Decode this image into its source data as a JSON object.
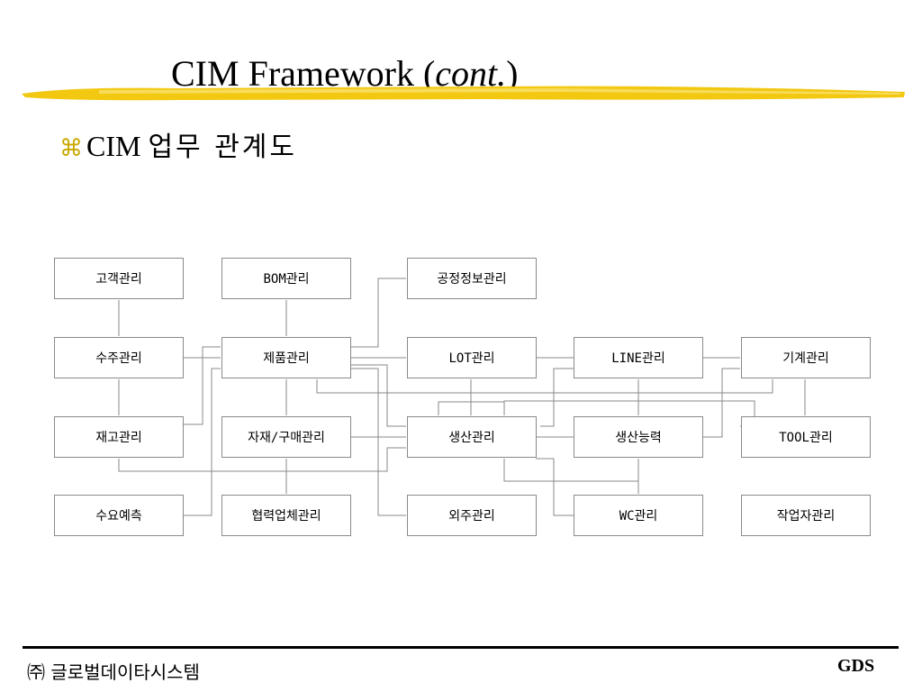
{
  "slide": {
    "title_main": "CIM Framework (",
    "title_italic": "cont.",
    "title_close": ")",
    "subtitle_bullet": "⌘",
    "subtitle_prefix": "CIM",
    "subtitle_text": "업무 관계도"
  },
  "diagram": {
    "nodes": [
      {
        "id": "customer",
        "label": "고객관리"
      },
      {
        "id": "bom",
        "label": "BOM관리"
      },
      {
        "id": "process",
        "label": "공정정보관리"
      },
      {
        "id": "order",
        "label": "수주관리"
      },
      {
        "id": "product",
        "label": "제품관리"
      },
      {
        "id": "lot",
        "label": "LOT관리"
      },
      {
        "id": "line",
        "label": "LINE관리"
      },
      {
        "id": "machine",
        "label": "기계관리"
      },
      {
        "id": "inventory",
        "label": "재고관리"
      },
      {
        "id": "material",
        "label": "자재/구매관리"
      },
      {
        "id": "production",
        "label": "생산관리"
      },
      {
        "id": "capacity",
        "label": "생산능력"
      },
      {
        "id": "tool",
        "label": "TOOL관리"
      },
      {
        "id": "demand",
        "label": "수요예측"
      },
      {
        "id": "partner",
        "label": "협력업체관리"
      },
      {
        "id": "outsource",
        "label": "외주관리"
      },
      {
        "id": "wc",
        "label": "WC관리"
      },
      {
        "id": "worker",
        "label": "작업자관리"
      }
    ]
  },
  "footer": {
    "company": "㈜ 글로벌데이타시스템",
    "logo_text": "GDS"
  },
  "colors": {
    "brush": "#f2c811",
    "box_border": "#8a8a8a",
    "connector": "#8a8a8a"
  }
}
